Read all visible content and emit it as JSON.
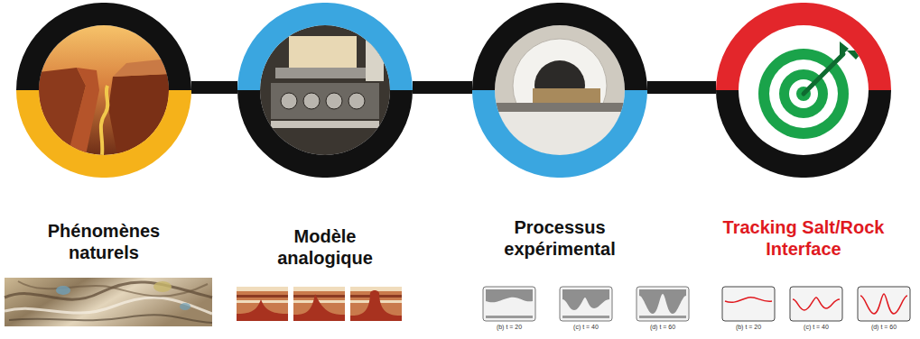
{
  "diagram": {
    "nodes": [
      {
        "text": [
          "Phénomènes naturels"
        ]
      },
      {
        "text": [
          "Modèle analogique"
        ]
      },
      {
        "text": [
          "Processus expérimental"
        ]
      },
      {
        "text": [
          "Tracking Salt/Rock Interface"
        ]
      }
    ],
    "edges": [
      {
        "from": 0,
        "to": 1,
        "arrow": "none"
      },
      {
        "from": 1,
        "to": 2,
        "arrow": "none"
      },
      {
        "from": 2,
        "to": 3,
        "arrow": "none"
      }
    ],
    "labels": [
      "(b) t = 20",
      "(c) t = 40",
      "(d) t = 60",
      "(b) t = 20",
      "(c) t = 40",
      "(d) t = 60"
    ]
  }
}
